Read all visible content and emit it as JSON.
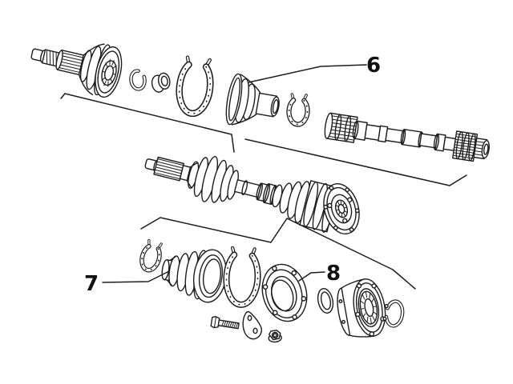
{
  "figure": {
    "type": "exploded-parts-diagram",
    "background_color": "#ffffff",
    "line_color": "#1c1c1c",
    "description": "Black-and-white exploded parts line drawing of a drive axle: outer CV joint with stub shaft, snap ring, spacer ring, boot clamps, CV boots, intermediate splined shaft, complete axle shaft assembly, flange plate, seal ring, hub flange, circlip, bolt, retainer strap and nut."
  },
  "callouts": [
    {
      "label": "6"
    },
    {
      "label": "7"
    },
    {
      "label": "8"
    }
  ],
  "parts": [
    "outer-cv-joint-with-stub-shaft",
    "snap-ring-small",
    "spacer-ring",
    "boot-clamp-large-top",
    "cv-boot-top",
    "boot-clamp-small-top",
    "intermediate-splined-shaft",
    "axle-shaft-assembly",
    "inner-joint-flange",
    "boot-clamp-small-bottom",
    "cv-boot-bottom",
    "boot-clamp-large-bottom",
    "bolt",
    "retainer-strap",
    "hex-nut",
    "flange-plate",
    "seal-ring",
    "hub-flange",
    "snap-ring-large"
  ]
}
